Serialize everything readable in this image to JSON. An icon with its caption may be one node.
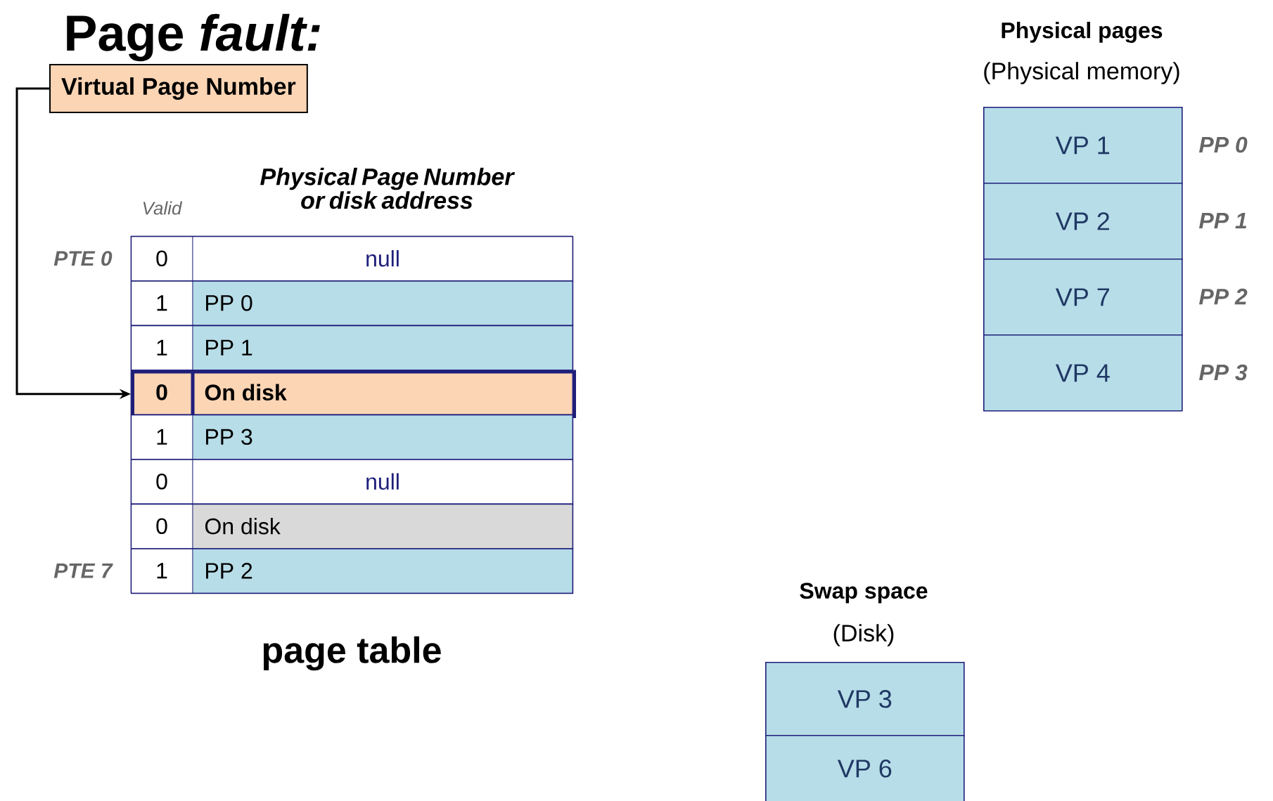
{
  "diagram": {
    "title": "Page *fault:*",
    "nodes": [
      {
        "text": [
          "Virtual Page Number"
        ]
      },
      {
        "text": [
          "0",
          "null"
        ],
        "beside": [
          "PTE 0"
        ]
      },
      {
        "text": [
          "1",
          "PP 0"
        ]
      },
      {
        "text": [
          "1",
          "PP 1"
        ]
      },
      {
        "text": [
          "0",
          "On disk"
        ]
      },
      {
        "text": [
          "1",
          "PP 3"
        ]
      },
      {
        "text": [
          "0",
          "null"
        ]
      },
      {
        "text": [
          "0",
          "On disk"
        ]
      },
      {
        "text": [
          "1",
          "PP 2"
        ],
        "beside": [
          "PTE 7"
        ]
      },
      {
        "text": [
          "VP 1"
        ],
        "beside": [
          "PP 0"
        ]
      },
      {
        "text": [
          "VP 2"
        ],
        "beside": [
          "PP 1"
        ]
      },
      {
        "text": [
          "VP 7"
        ],
        "beside": [
          "PP 2"
        ]
      },
      {
        "text": [
          "VP 4"
        ],
        "beside": [
          "PP 3"
        ]
      },
      {
        "text": [
          "VP 3"
        ]
      },
      {
        "text": [
          "VP 6"
        ]
      }
    ],
    "edges": [
      {
        "from": 0,
        "to": 4,
        "arrow": "to"
      }
    ],
    "labels": [
      "Physical pages",
      "(Physical memory)",
      "Physical Page Number or disk address",
      "Valid",
      "page table",
      "Swap space",
      "(Disk)"
    ]
  }
}
